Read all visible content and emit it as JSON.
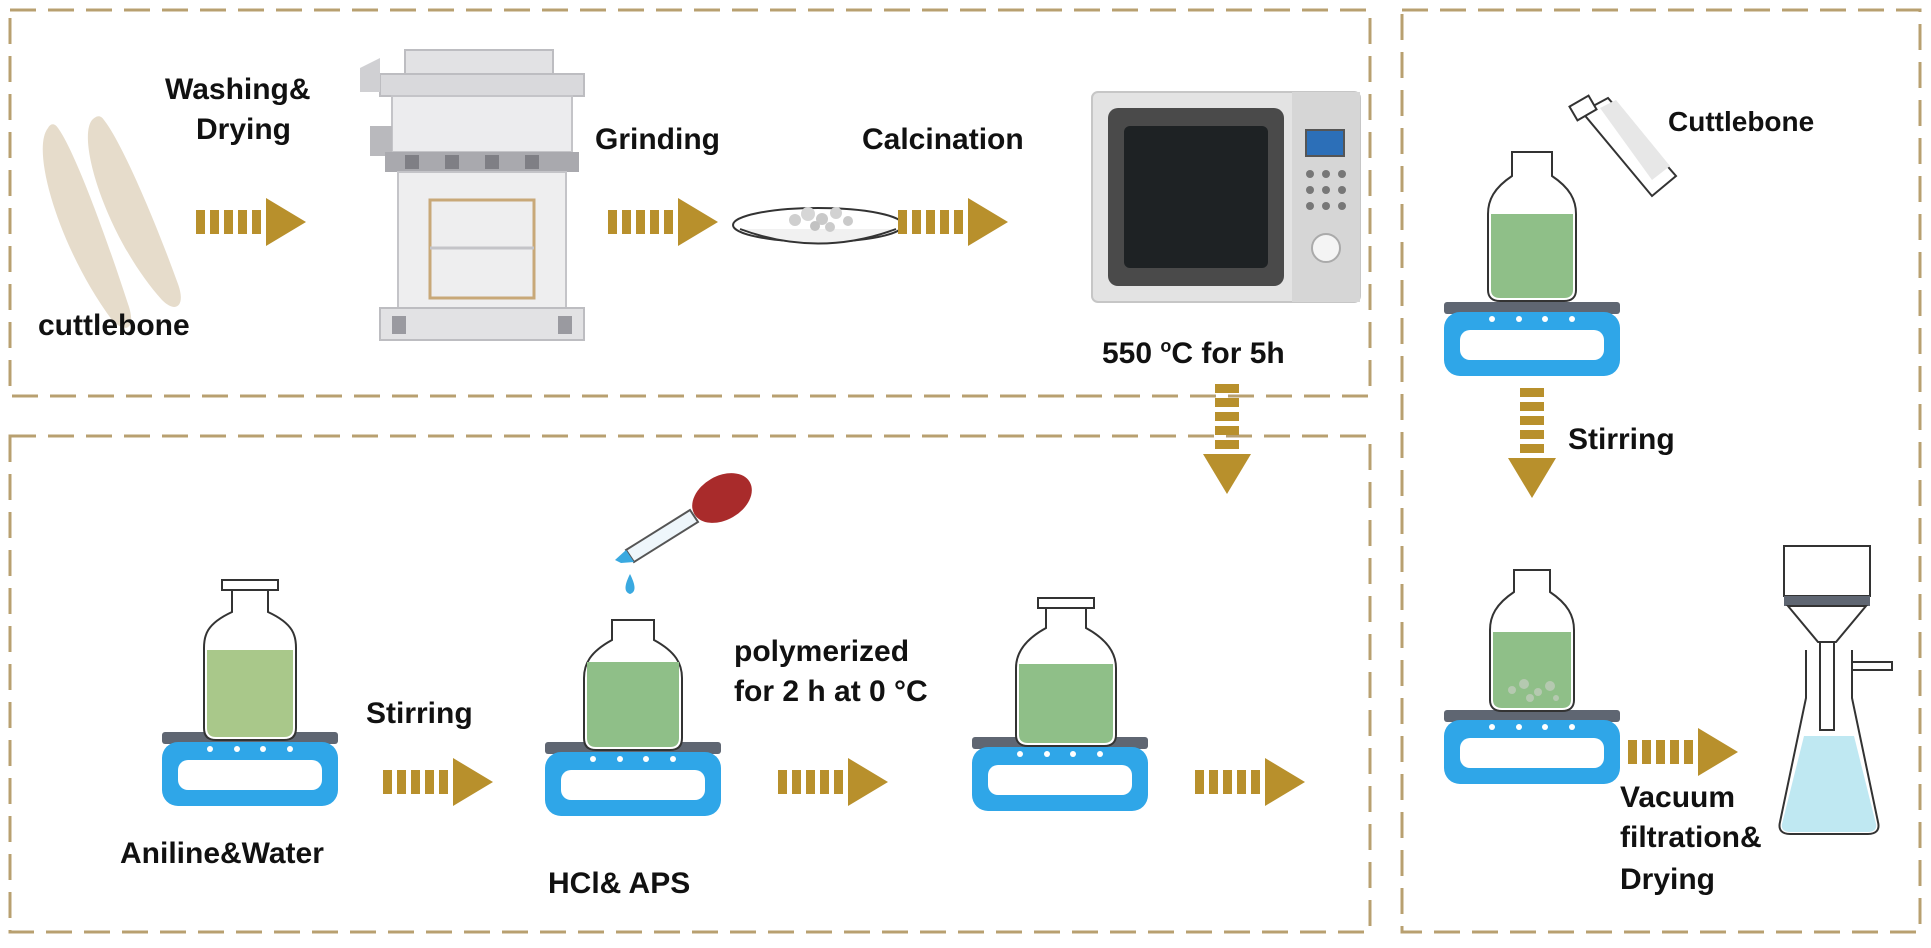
{
  "labels": {
    "washing_line1": "Washing&",
    "washing_line2": "Drying",
    "cuttlebone_lower": "cuttlebone",
    "grinding": "Grinding",
    "calcination": "Calcination",
    "temp_value": "550",
    "temp_unit": "C for 5h",
    "temp_degree": "o",
    "cuttlebone_upper": "Cuttlebone",
    "stirring_right": "Stirring",
    "stirring_left": "Stirring",
    "polymerized_line1": "polymerized",
    "polymerized_line2": "for 2 h at 0 °C",
    "aniline_water": "Aniline&Water",
    "hcl_aps": "HCl& APS",
    "vacuum_line1": "Vacuum",
    "vacuum_line2": "filtration&",
    "vacuum_line3": "Drying"
  },
  "colors": {
    "dash_border": "#b8a070",
    "arrow": "#b8902c",
    "liquid_green": "#8fbf88",
    "liquid_green_light": "#a9c88a",
    "liquid_blue": "#bfe8f2",
    "stirrer_blue": "#2fa6e8",
    "stirrer_plate": "#5f6672",
    "bone": "#e6dccb",
    "dropper_bulb": "#a92b2b",
    "drop_blue": "#3aa9e0"
  },
  "icons": [
    "cuttlebone-icon",
    "grinder-mill-icon",
    "dish-powder-icon",
    "microwave-oven-icon",
    "bottle-stirrer-icon",
    "dropper-icon",
    "powder-bottle-icon",
    "vacuum-filter-flask-icon"
  ]
}
